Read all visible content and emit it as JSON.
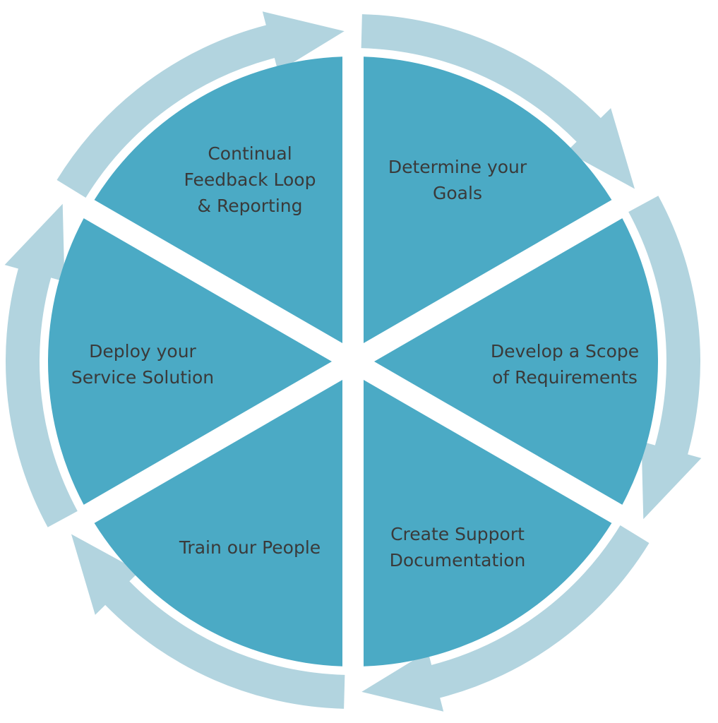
{
  "colors": {
    "segment": "#4baac5",
    "arrow": "#b2d4df",
    "text": "#3a3a3a",
    "background": "#ffffff"
  },
  "steps": [
    {
      "id": "goals",
      "lines": [
        "Determine your",
        "Goals"
      ]
    },
    {
      "id": "scope",
      "lines": [
        "Develop a Scope",
        "of Requirements"
      ]
    },
    {
      "id": "documentation",
      "lines": [
        "Create Support",
        "Documentation"
      ]
    },
    {
      "id": "training",
      "lines": [
        "Train our People"
      ]
    },
    {
      "id": "deploy",
      "lines": [
        "Deploy your",
        "Service Solution"
      ]
    },
    {
      "id": "feedback",
      "lines": [
        "Continual",
        "Feedback Loop",
        "& Reporting"
      ]
    }
  ]
}
